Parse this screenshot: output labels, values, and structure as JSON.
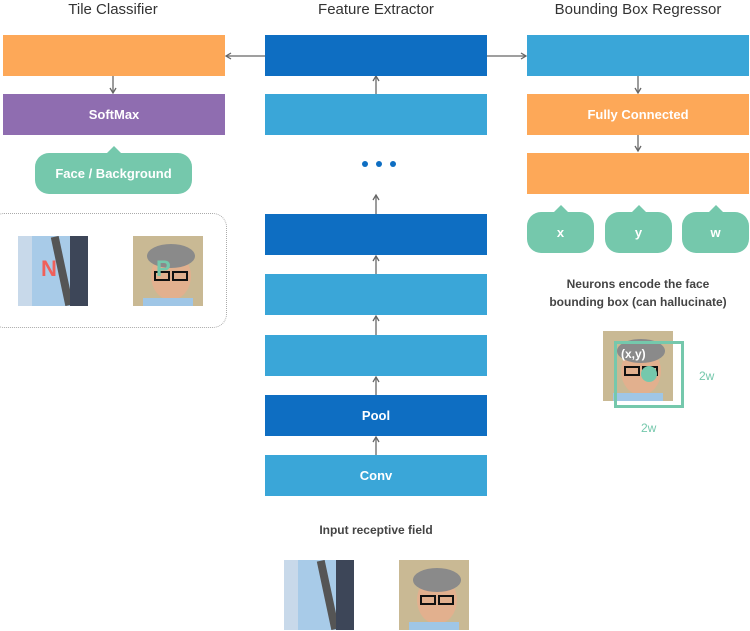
{
  "titles": {
    "tile_classifier": "Tile Classifier",
    "feature_extractor": "Feature Extractor",
    "bbox_regressor": "Bounding Box Regressor"
  },
  "classifier": {
    "softmax_label": "SoftMax",
    "output_label": "Face / Background",
    "negative_letter": "N",
    "positive_letter": "P"
  },
  "extractor": {
    "pool_label": "Pool",
    "conv_label": "Conv",
    "ellipsis": "• • •",
    "input_caption": "Input receptive field"
  },
  "regressor": {
    "fc_label": "Fully Connected",
    "outputs": [
      "x",
      "y",
      "w"
    ],
    "caption_line1": "Neurons encode the face",
    "caption_line2": "bounding box (can hallucinate)",
    "coord_label": "(x,y)",
    "width_label_right": "2w",
    "width_label_bottom": "2w"
  },
  "colors": {
    "orange": "#fda858",
    "purple": "#8f6db0",
    "dark_blue": "#0e6ec2",
    "light_blue": "#3aa6d8",
    "teal": "#75c8ac",
    "negative_red": "#f0605a",
    "positive_teal": "#75c8ac"
  }
}
